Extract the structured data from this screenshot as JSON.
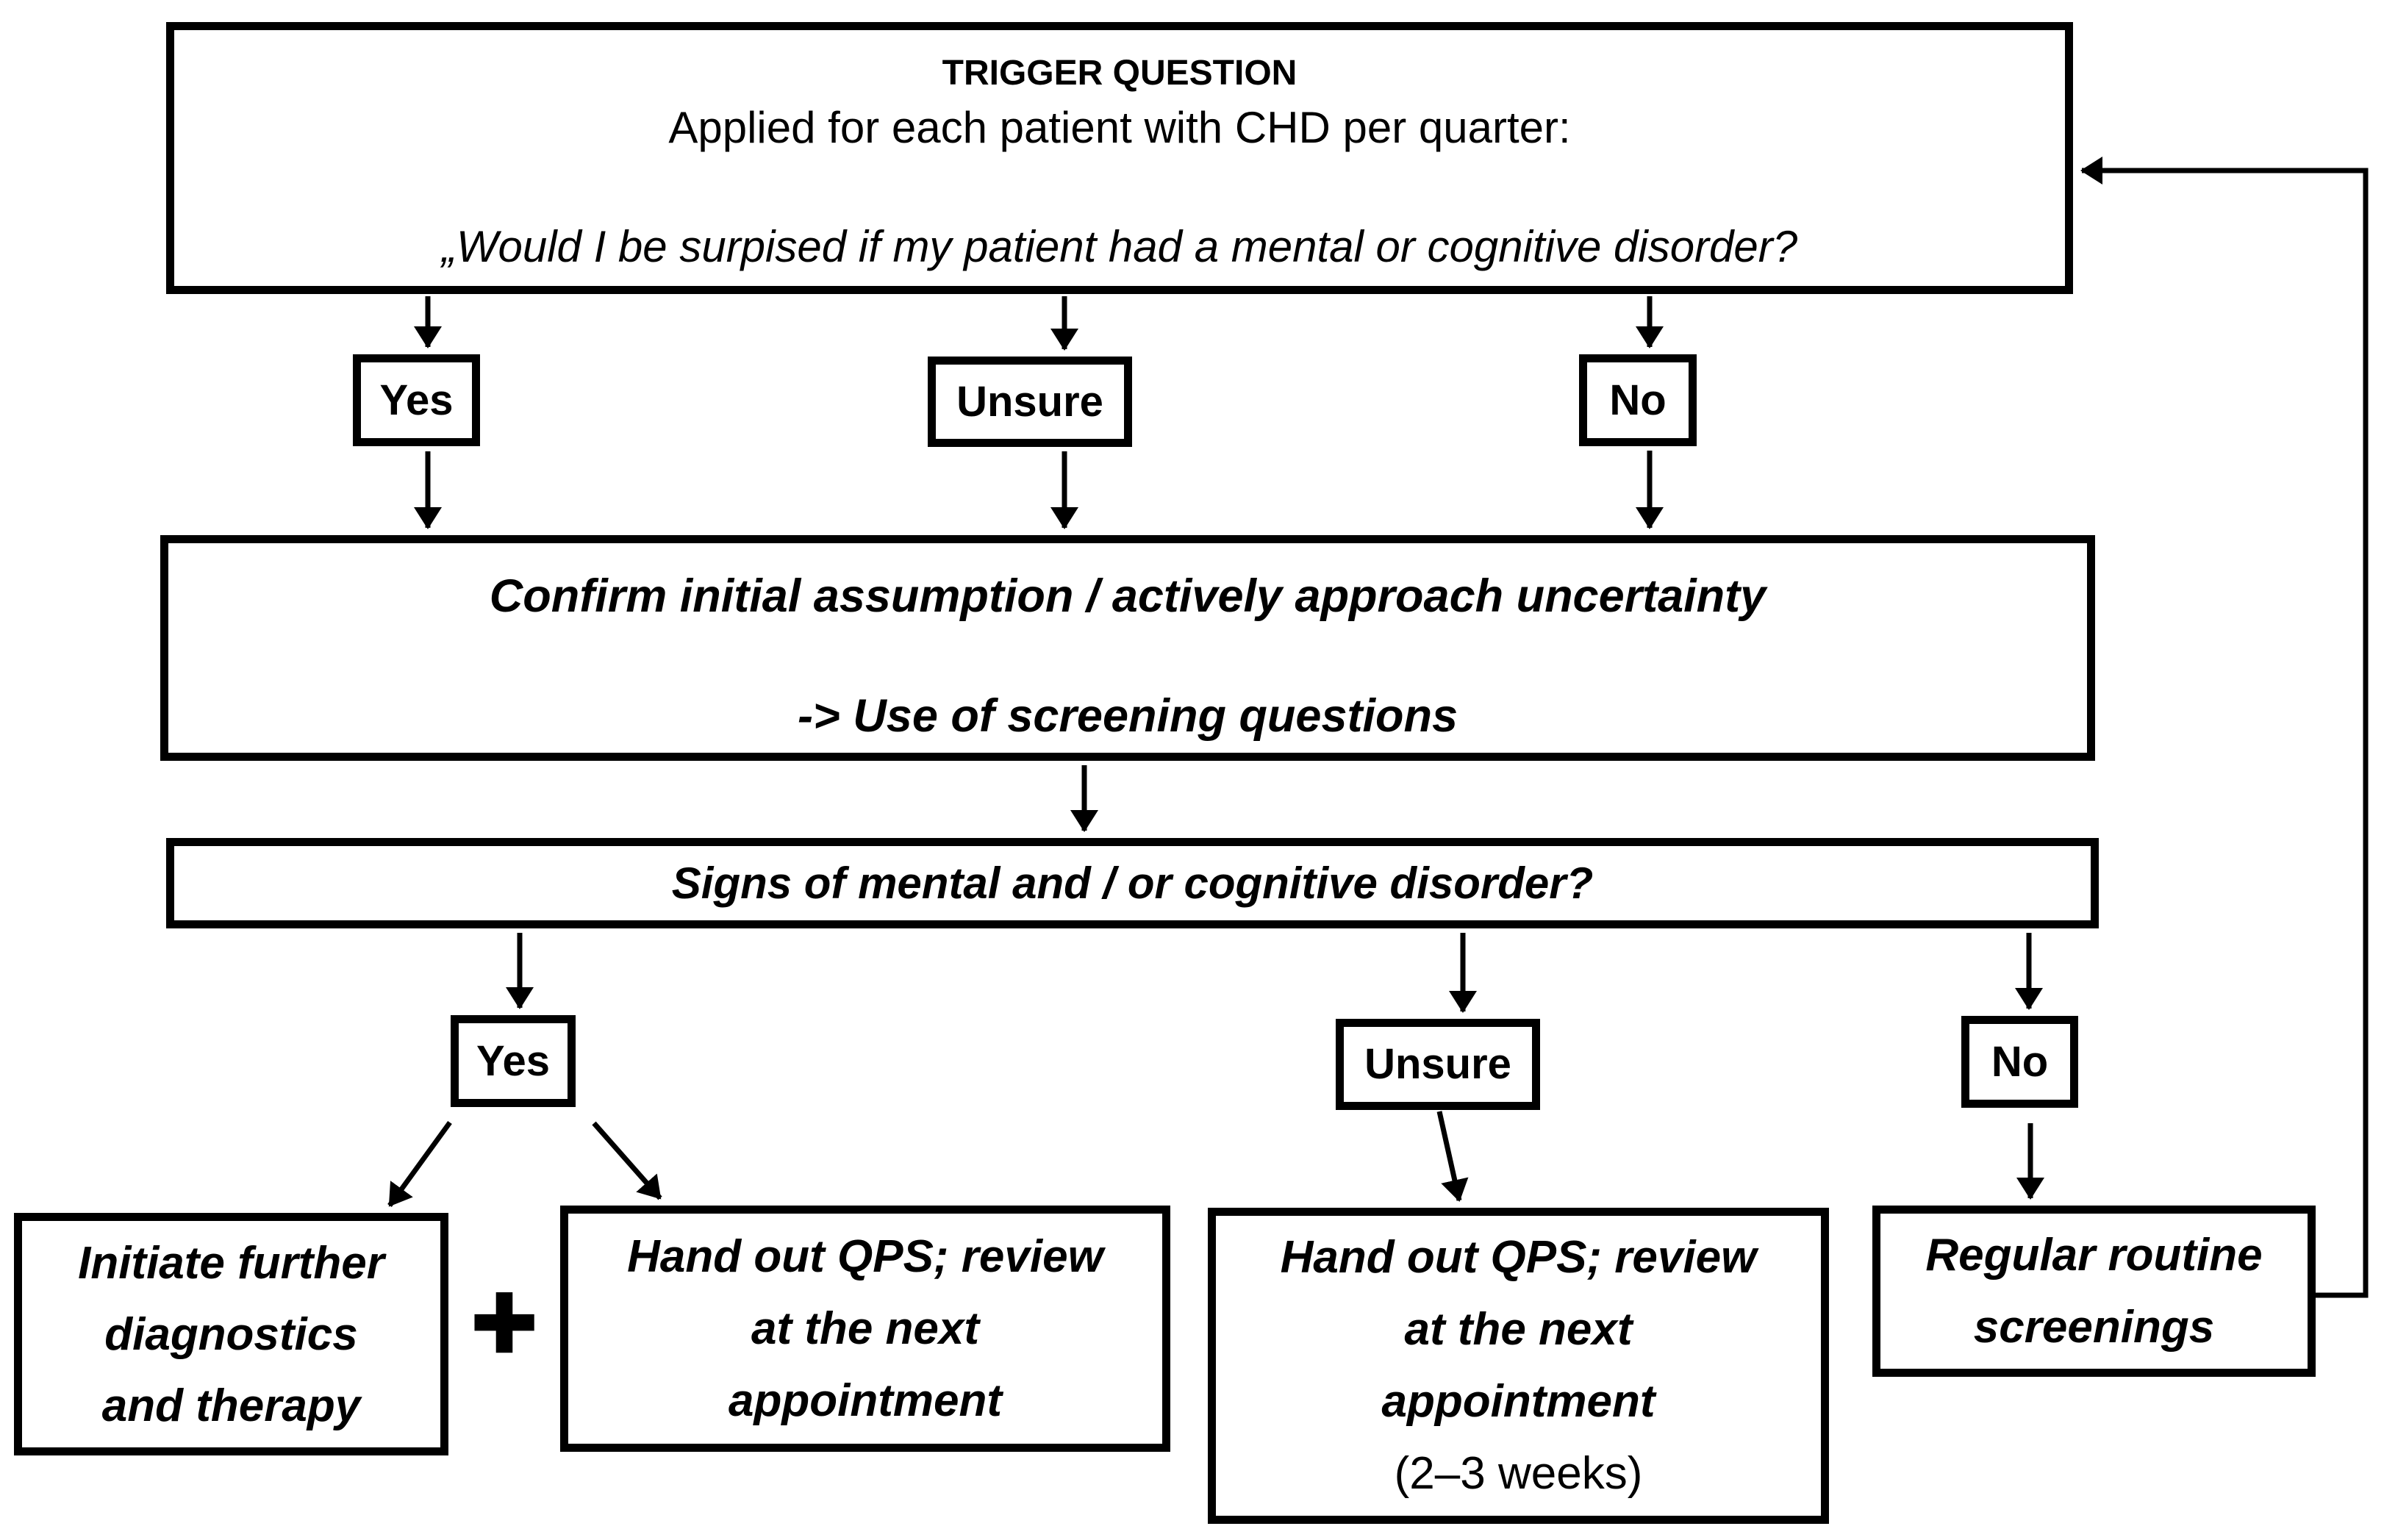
{
  "page": {
    "background": "#ffffff",
    "ink": "#000000"
  },
  "flowchart": {
    "trigger": {
      "title": "TRIGGER QUESTION",
      "subtitle": "Applied for each patient with CHD per quarter:",
      "question": "„Would I be surpised if my patient had a mental or cognitive disorder?"
    },
    "decision_row_1": {
      "yes_label": "Yes",
      "unsure_label": "Unsure",
      "no_label": "No"
    },
    "confirm": {
      "line1": "Confirm initial assumption / actively approach uncertainty",
      "line2": "-> Use of screening questions"
    },
    "signs_question": "Signs of mental and / or cognitive disorder?",
    "decision_row_2": {
      "yes_label": "Yes",
      "unsure_label": "Unsure",
      "no_label": "No"
    },
    "plus_sign": "+",
    "outcomes": {
      "initiate": {
        "lines": [
          "Initiate further",
          "diagnostics",
          "and therapy"
        ]
      },
      "handout_next": {
        "lines": [
          "Hand out QPS; review",
          "at the next",
          "appointment"
        ]
      },
      "handout_weeks": {
        "lines": [
          "Hand out QPS; review",
          "at the next",
          "appointment"
        ],
        "note": "(2–3 weeks)"
      },
      "routine": {
        "lines": [
          "Regular routine",
          "screenings"
        ]
      }
    }
  }
}
